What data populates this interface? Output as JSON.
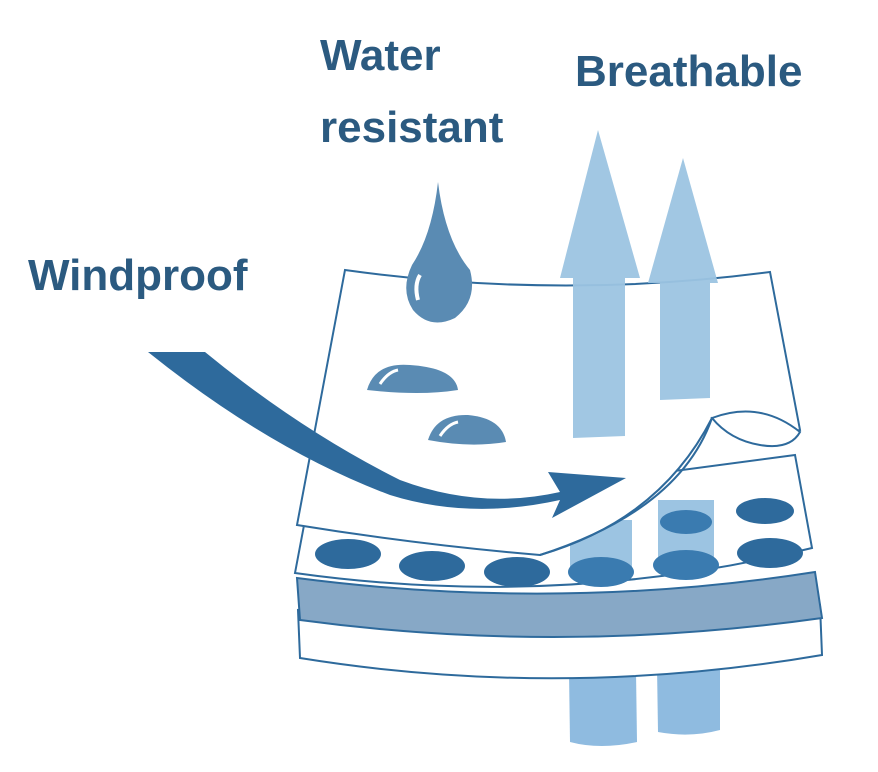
{
  "labels": {
    "water_line1": "Water",
    "water_line2": "resistant",
    "breathable": "Breathable",
    "windproof": "Windproof"
  },
  "colors": {
    "text": "#2b5a80",
    "dark_blue": "#2e6a9c",
    "drop": "#5a8bb3",
    "light_blue": "#9cc4e2",
    "band": "#87a8c6"
  }
}
